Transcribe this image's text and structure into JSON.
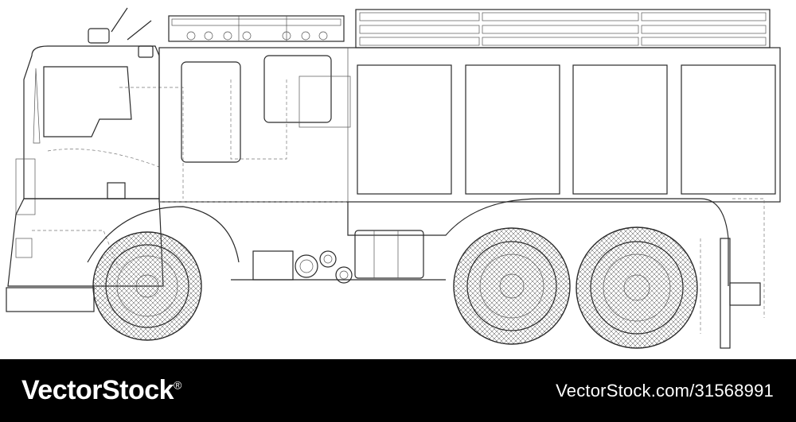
{
  "illustration": {
    "subject": "fire-truck-wireframe",
    "line_color": "#2a2a2a",
    "background": "#ffffff"
  },
  "footer": {
    "brand": "VectorStock",
    "brand_mark": "®",
    "image_ref": "VectorStock.com/31568991",
    "background": "#000000",
    "text_color": "#ffffff"
  }
}
